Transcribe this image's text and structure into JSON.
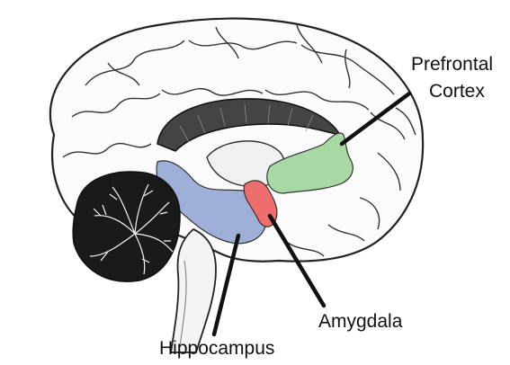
{
  "labels": {
    "prefrontal_line1": "Prefrontal",
    "prefrontal_line2": "Cortex",
    "amygdala": "Amygdala",
    "hippocampus": "Hippocampus"
  },
  "colors": {
    "prefrontal_cortex": "#a8d8a4",
    "amygdala": "#ef6d6d",
    "hippocampus": "#9fb0d8",
    "outline": "#222222",
    "leader": "#111111"
  }
}
